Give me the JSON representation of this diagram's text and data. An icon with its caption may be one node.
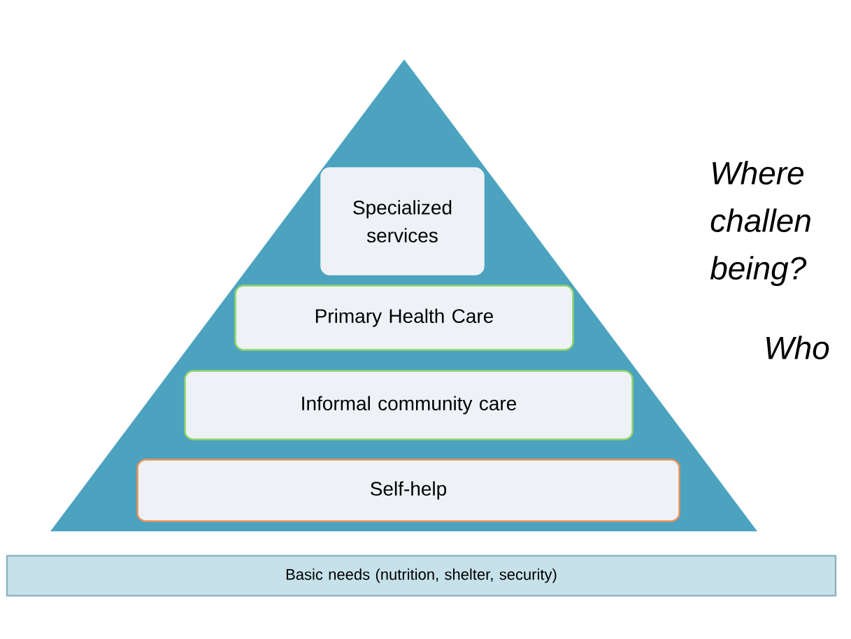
{
  "diagram": {
    "nodes": [
      {
        "text": [],
        "shape": "triangle"
      },
      {
        "text": [
          "Specialized services"
        ],
        "in": 0
      },
      {
        "text": [
          "Primary Health Care"
        ],
        "in": 0
      },
      {
        "text": [
          "Informal community care"
        ],
        "in": 0
      },
      {
        "text": [
          "Self-help"
        ],
        "in": 0
      },
      {
        "text": [
          "Basic needs (nutrition, shelter, security)"
        ]
      }
    ],
    "labels": [
      "Where",
      "challen",
      "being?",
      "Who"
    ]
  }
}
